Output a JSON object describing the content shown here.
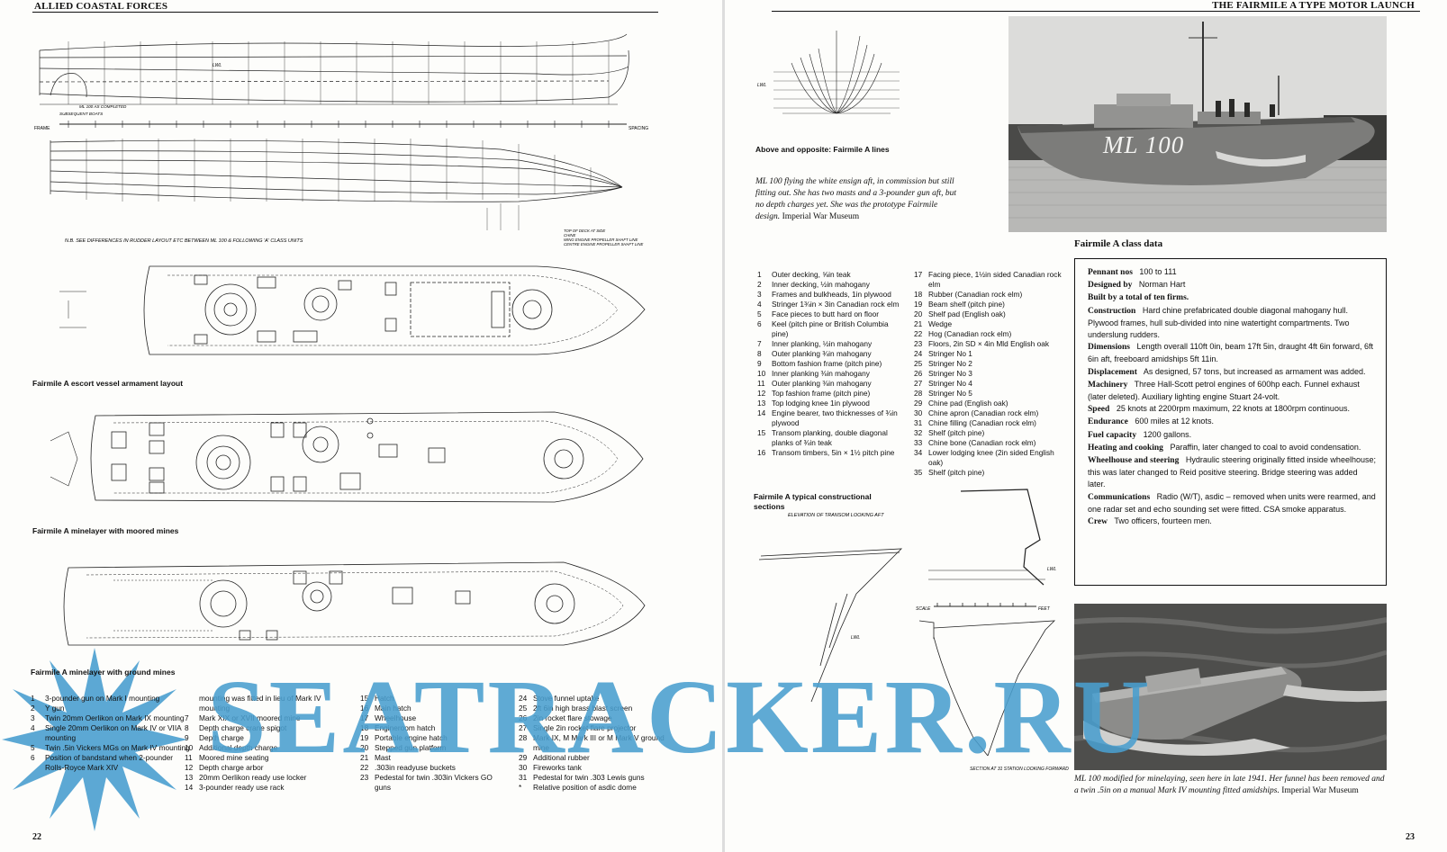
{
  "left_page": {
    "running_head": "ALLIED COASTAL FORCES",
    "page_number": "22",
    "captions": {
      "escort": "Fairmile A escort vessel armament layout",
      "minelayer_moored": "Fairmile A minelayer with moored mines",
      "minelayer_ground": "Fairmile A minelayer with ground mines"
    },
    "drawing_notes": {
      "note": "N.B. SEE DIFFERENCES IN RUDDER LAYOUT ETC BETWEEN ML 100 & FOLLOWING 'A' CLASS UNITS",
      "ml100": "ML 100 AS COMPLETED",
      "subsequent": "SUBSEQUENT BOATS",
      "frame": "FRAME",
      "spacing": "SPACING",
      "lwl": "LWL",
      "legend": [
        "TOP OF DECK AT SIDE",
        "CHINE",
        "WING ENGINE PROPELLER SHAFT LINE",
        "CENTRE ENGINE PROPELLER SHAFT LINE"
      ]
    },
    "armament_key": [
      {
        "n": "1",
        "t": "3-pounder gun on Mark I mounting"
      },
      {
        "n": "2",
        "t": "Y gun"
      },
      {
        "n": "3",
        "t": "Twin 20mm Oerlikon on Mark IX mounting"
      },
      {
        "n": "4",
        "t": "Single 20mm Oerlikon on Mark IV or VIIA mounting"
      },
      {
        "n": "5",
        "t": "Twin .5in Vickers MGs on Mark IV mounting"
      },
      {
        "n": "6",
        "t": "Position of bandstand when 2-pounder Rolls-Royce Mark XIV"
      }
    ],
    "armament_key_2": [
      {
        "n": "",
        "t": "mounting was fitted in lieu of Mark IV mounting"
      },
      {
        "n": "7",
        "t": "Mark XIX or XVII moored mine"
      },
      {
        "n": "8",
        "t": "Depth charge crane spigot"
      },
      {
        "n": "9",
        "t": "Depth charge"
      },
      {
        "n": "10",
        "t": "Additional depth charge"
      },
      {
        "n": "11",
        "t": "Moored mine seating"
      },
      {
        "n": "12",
        "t": "Depth charge arbor"
      },
      {
        "n": "13",
        "t": "20mm Oerlikon ready use locker"
      },
      {
        "n": "14",
        "t": "3-pounder ready use rack"
      }
    ],
    "armament_key_3": [
      {
        "n": "15",
        "t": "Hatch"
      },
      {
        "n": "16",
        "t": "Main hatch"
      },
      {
        "n": "17",
        "t": "Wheelhouse"
      },
      {
        "n": "18",
        "t": "Engineroom hatch"
      },
      {
        "n": "19",
        "t": "Portable engine hatch"
      },
      {
        "n": "20",
        "t": "Stepped gun platform"
      },
      {
        "n": "21",
        "t": "Mast"
      },
      {
        "n": "22",
        "t": ".303in readyuse buckets"
      },
      {
        "n": "23",
        "t": "Pedestal for twin .303in Vickers GO guns"
      }
    ],
    "armament_key_4": [
      {
        "n": "24",
        "t": "Stove funnel uptake"
      },
      {
        "n": "25",
        "t": "2ft 6in high brass blast screen"
      },
      {
        "n": "26",
        "t": "2in rocket flare stowage"
      },
      {
        "n": "27",
        "t": "Single 2in rocket flare projector"
      },
      {
        "n": "28",
        "t": "Mark IX, M Mark III or M Mark V ground mine"
      },
      {
        "n": "29",
        "t": "Additional rubber"
      },
      {
        "n": "30",
        "t": "Fireworks tank"
      },
      {
        "n": "31",
        "t": "Pedestal for twin .303 Lewis guns"
      },
      {
        "n": "*",
        "t": "Relative position of asdic dome"
      }
    ]
  },
  "right_page": {
    "running_head": "THE FAIRMILE A TYPE MOTOR LAUNCH",
    "page_number": "23",
    "lines_caption": "Above and opposite: Fairmile A lines",
    "photo1_caption_italic": "ML 100 flying the white ensign aft, in commission but still fitting out. She has two masts and a 3-pounder gun aft, but no depth charges yet. She was the prototype Fairmile design.",
    "photo1_credit": "Imperial War Museum",
    "hull_marking": "ML 100",
    "sections_caption": "Fairmile A typical constructional sections",
    "section_labels": {
      "transom": "ELEVATION OF TRANSOM LOOKING AFT",
      "scale": "SCALE",
      "feet": "FEET",
      "section_bottom": "SECTION AT 31 STATION LOOKING FORWARD",
      "lwl": "LWL"
    },
    "construction_key_1": [
      {
        "n": "1",
        "t": "Outer decking, ⅝in teak"
      },
      {
        "n": "2",
        "t": "Inner decking, ½in mahogany"
      },
      {
        "n": "3",
        "t": "Frames and bulkheads, 1in plywood"
      },
      {
        "n": "4",
        "t": "Stringer 1¾in × 3in Canadian rock elm"
      },
      {
        "n": "5",
        "t": "Face pieces to butt hard on floor"
      },
      {
        "n": "6",
        "t": "Keel (pitch pine or British Columbia pine)"
      },
      {
        "n": "7",
        "t": "Inner planking, ½in mahogany"
      },
      {
        "n": "8",
        "t": "Outer planking ¾in mahogany"
      },
      {
        "n": "9",
        "t": "Bottom fashion frame (pitch pine)"
      },
      {
        "n": "10",
        "t": "Inner planking ⅜in mahogany"
      },
      {
        "n": "11",
        "t": "Outer planking ⅜in mahogany"
      },
      {
        "n": "12",
        "t": "Top fashion frame (pitch pine)"
      },
      {
        "n": "13",
        "t": "Top lodging knee 1in plywood"
      },
      {
        "n": "14",
        "t": "Engine bearer, two thicknesses of ¾in plywood"
      },
      {
        "n": "15",
        "t": "Transom planking, double diagonal planks of ¾in teak"
      },
      {
        "n": "16",
        "t": "Transom timbers, 5in × 1½ pitch pine"
      }
    ],
    "construction_key_2": [
      {
        "n": "17",
        "t": "Facing piece, 1½in sided Canadian rock elm"
      },
      {
        "n": "18",
        "t": "Rubber (Canadian rock elm)"
      },
      {
        "n": "19",
        "t": "Beam shelf (pitch pine)"
      },
      {
        "n": "20",
        "t": "Shelf pad (English oak)"
      },
      {
        "n": "21",
        "t": "Wedge"
      },
      {
        "n": "22",
        "t": "Hog (Canadian rock elm)"
      },
      {
        "n": "23",
        "t": "Floors, 2in SD × 4in Mld English oak"
      },
      {
        "n": "24",
        "t": "Stringer No 1"
      },
      {
        "n": "25",
        "t": "Stringer No 2"
      },
      {
        "n": "26",
        "t": "Stringer No 3"
      },
      {
        "n": "27",
        "t": "Stringer No 4"
      },
      {
        "n": "28",
        "t": "Stringer No 5"
      },
      {
        "n": "29",
        "t": "Chine pad (English oak)"
      },
      {
        "n": "30",
        "t": "Chine apron (Canadian rock elm)"
      },
      {
        "n": "31",
        "t": "Chine filling (Canadian rock elm)"
      },
      {
        "n": "32",
        "t": "Shelf (pitch pine)"
      },
      {
        "n": "33",
        "t": "Chine bone (Canadian rock elm)"
      },
      {
        "n": "34",
        "t": "Lower lodging knee (2in sided English oak)"
      },
      {
        "n": "35",
        "t": "Shelf (pitch pine)"
      }
    ],
    "class_data_title": "Fairmile A class data",
    "class_data": {
      "pennant_label": "Pennant nos",
      "pennant_value": "100 to 111",
      "designed_label": "Designed by",
      "designed_value": "Norman Hart",
      "built_line": "Built by a total of ten firms.",
      "construction_label": "Construction",
      "construction_value": "Hard chine prefabricated double diagonal mahogany hull. Plywood frames, hull sub-divided into nine watertight compartments. Two underslung rudders.",
      "dimensions_label": "Dimensions",
      "dimensions_value": "Length overall 110ft 0in, beam 17ft 5in, draught 4ft 6in forward, 6ft 6in aft, freeboard amidships 5ft 11in.",
      "displacement_label": "Displacement",
      "displacement_value": "As designed, 57 tons, but increased as armament was added.",
      "machinery_label": "Machinery",
      "machinery_value": "Three Hall-Scott petrol engines of 600hp each. Funnel exhaust (later deleted). Auxiliary lighting engine Stuart 24-volt.",
      "speed_label": "Speed",
      "speed_value": "25 knots at 2200rpm maximum, 22 knots at 1800rpm continuous.",
      "endurance_label": "Endurance",
      "endurance_value": "600 miles at 12 knots.",
      "fuel_label": "Fuel capacity",
      "fuel_value": "1200 gallons.",
      "heating_label": "Heating and cooking",
      "heating_value": "Paraffin, later changed to coal to avoid condensation.",
      "wheelhouse_label": "Wheelhouse and steering",
      "wheelhouse_value": "Hydraulic steering originally fitted inside wheelhouse; this was later changed to Reid positive steering. Bridge steering was added later.",
      "comms_label": "Communications",
      "comms_value": "Radio (W/T), asdic – removed when units were rearmed, and one radar set and echo sounding set were fitted. CSA smoke apparatus.",
      "crew_label": "Crew",
      "crew_value": "Two officers, fourteen men."
    },
    "photo2_caption_italic": "ML 100 modified for minelaying, seen here in late 1941. Her funnel has been removed and a twin .5in on a manual Mark IV mounting fitted amidships.",
    "photo2_credit": "Imperial War Museum"
  },
  "watermark": "SEATRACKER.RU",
  "colors": {
    "watermark": "#4a9fcf",
    "ink": "#111111",
    "paper": "#fdfdfb"
  }
}
